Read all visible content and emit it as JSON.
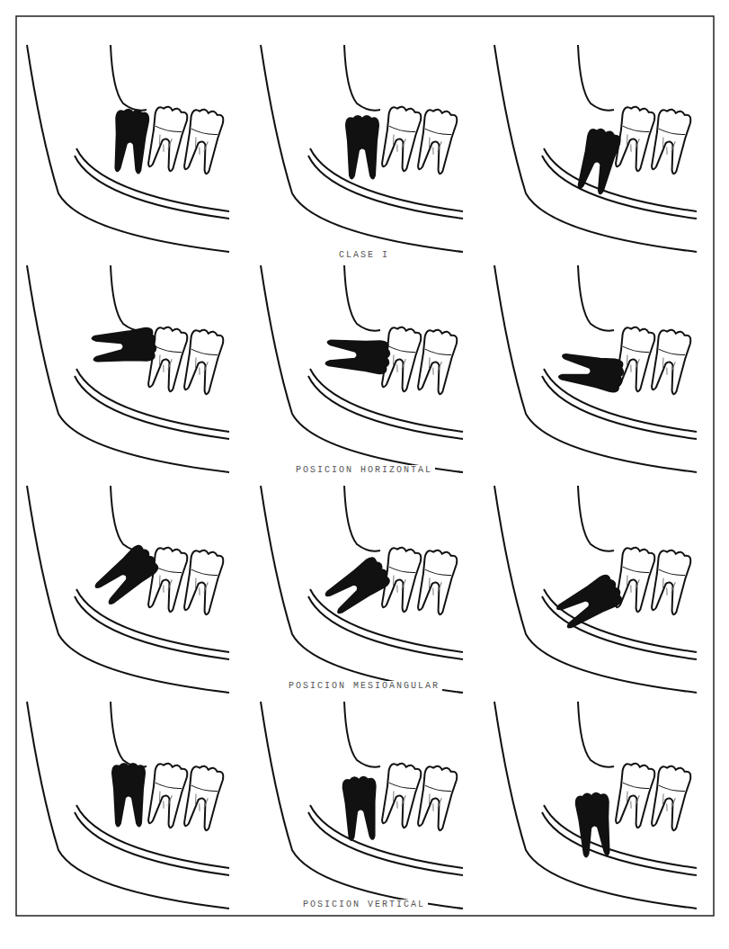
{
  "diagram": {
    "labels": [
      "CLASE I",
      "POSICION HORIZONTAL",
      "POSICION MESIOANGULAR",
      "POSICION VERTICAL"
    ]
  }
}
